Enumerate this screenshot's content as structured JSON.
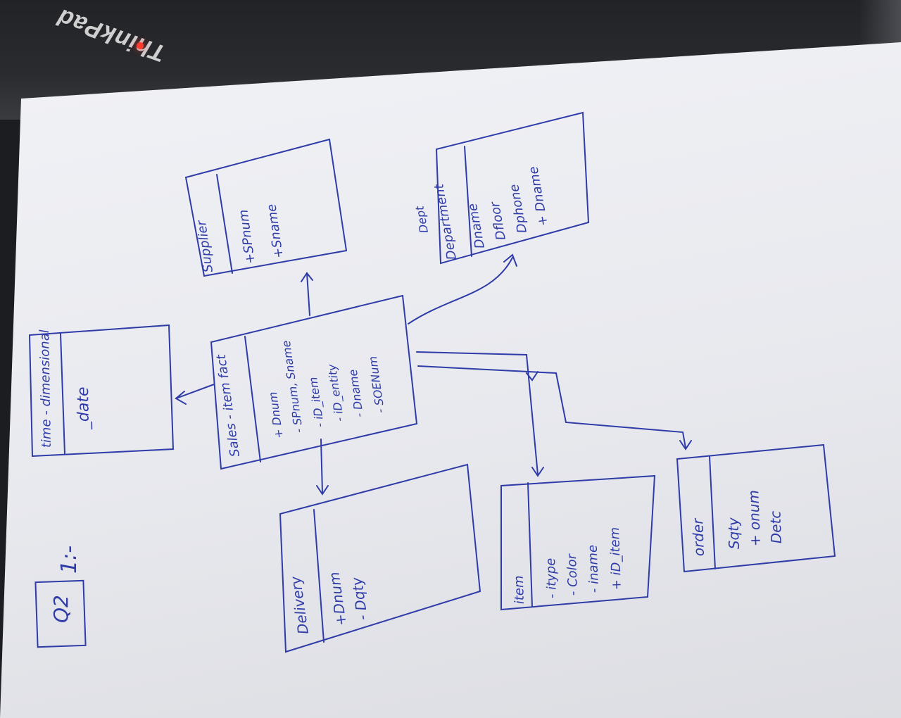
{
  "laptop": {
    "brand": "ThinkPad"
  },
  "question": {
    "label": "Q2",
    "number": "1:-"
  },
  "entities": {
    "time": {
      "title": "time - dimensional",
      "attrs": [
        "_date"
      ]
    },
    "sales": {
      "title": "Sales - item fact",
      "attrs": [
        "+ Dnum",
        "- SPnum, Sname",
        "- iD_item",
        "- iD_entity",
        "- Dname",
        "- SOENum"
      ]
    },
    "supplier": {
      "title": "Supplier",
      "attrs": [
        "+SPnum",
        "+Sname"
      ]
    },
    "dept_label": "Dept",
    "department": {
      "title": "Department",
      "attrs": [
        "Dname",
        "Dfloor",
        "Dphone",
        "+ Dname"
      ]
    },
    "delivery": {
      "title": "Delivery",
      "attrs": [
        "+Dnum",
        "- Dqty"
      ]
    },
    "item": {
      "title": "item",
      "attrs": [
        "- itype",
        "- Color",
        "- iname",
        "+ iD_item"
      ]
    },
    "order": {
      "title": "order",
      "attrs": [
        "Sqty",
        "+ onum",
        "Detc"
      ]
    }
  }
}
